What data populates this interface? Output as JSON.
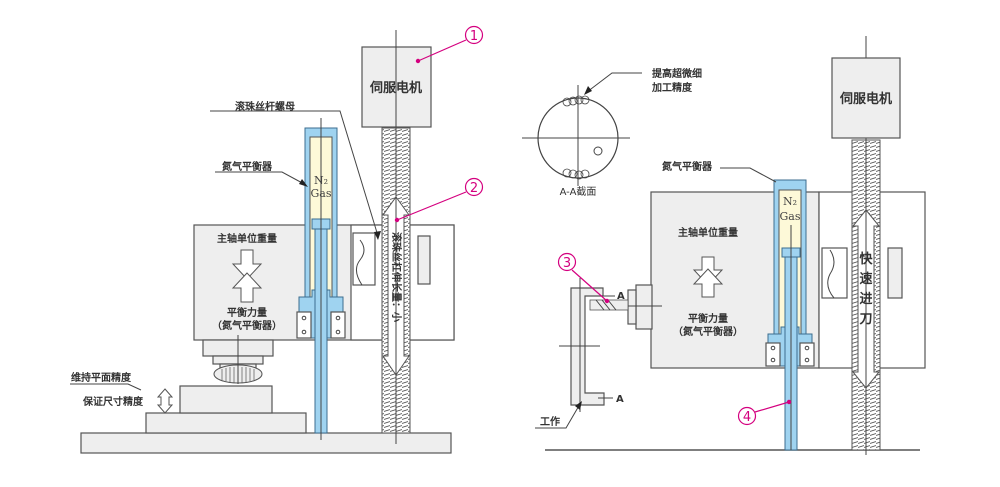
{
  "left_diagram": {
    "servo_motor": "伺服电机",
    "ball_screw_nut": "滚珠丝杆螺母",
    "nitrogen_balancer": "氮气平衡器",
    "n2": "N₂",
    "gas": "Gas",
    "spindle_weight": "主轴单位重量",
    "balance_force": "平衡力量",
    "balance_force_note": "（氮气平衡器）",
    "screw_elongation": "滚珠丝杠伸长量：小",
    "maintain_flatness": "维持平面精度",
    "ensure_dimension": "保证尺寸精度",
    "callouts": [
      "1",
      "2"
    ]
  },
  "right_diagram": {
    "servo_motor": "伺服电机",
    "improve_precision_line1": "提高超微细",
    "improve_precision_line2": "加工精度",
    "section_label": "A-A截面",
    "nitrogen_balancer": "氮气平衡器",
    "n2": "N₂",
    "gas": "Gas",
    "spindle_weight": "主轴单位重量",
    "balance_force": "平衡力量",
    "balance_force_note": "（氮气平衡器）",
    "rapid_feed": [
      "快",
      "速",
      "进",
      "刀"
    ],
    "section_mark": "A",
    "workpiece": "工作",
    "callouts": [
      "3",
      "4"
    ]
  },
  "colors": {
    "callout": "#d4007f",
    "cylinder_blue": "#9fd3f0",
    "gas_cream": "#fdf9d8",
    "body_gray": "#eeeeee"
  }
}
